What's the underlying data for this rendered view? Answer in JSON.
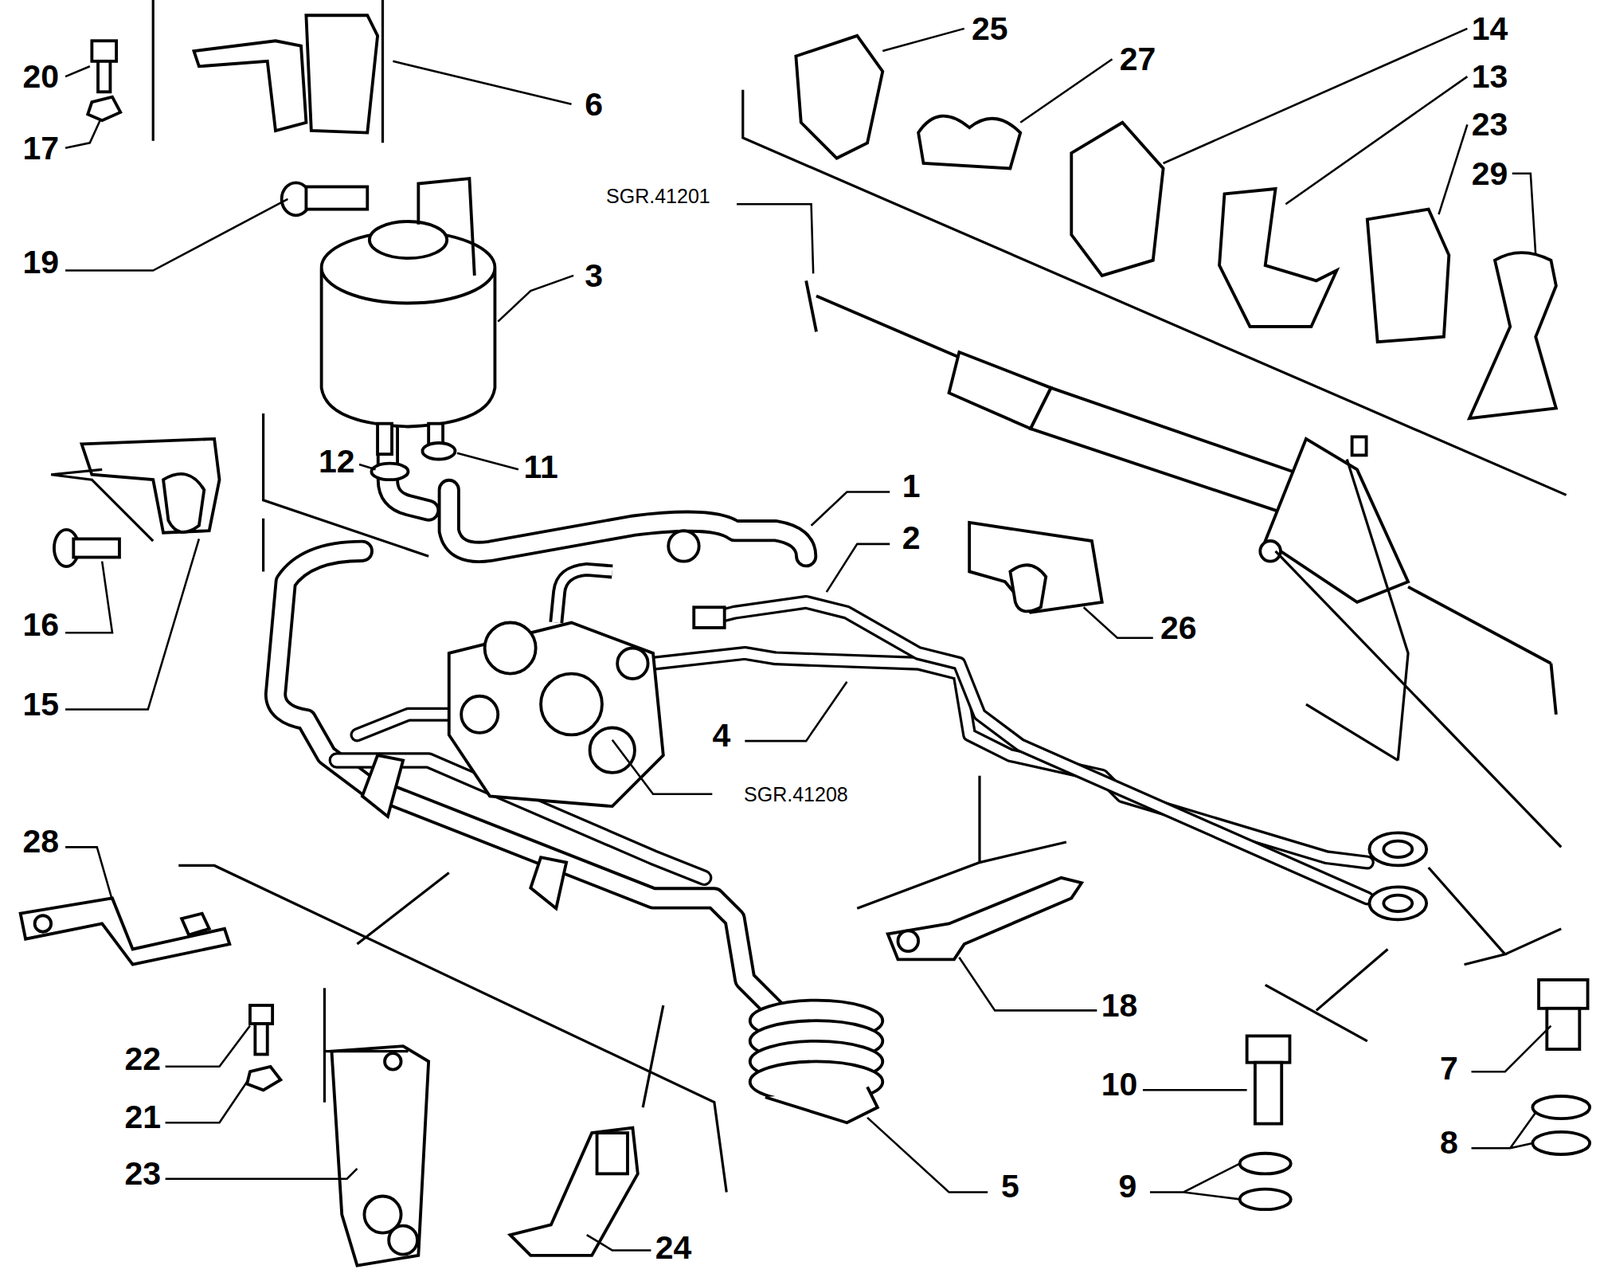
{
  "diagram": {
    "labels": [
      "20",
      "6",
      "17",
      "25",
      "27",
      "14",
      "13",
      "23",
      "29",
      "SGR.41201",
      "19",
      "3",
      "12",
      "11",
      "1",
      "2",
      "16",
      "26",
      "15",
      "4",
      "SGR.41208",
      "28",
      "18",
      "10",
      "7",
      "22",
      "21",
      "8",
      "9",
      "23",
      "5",
      "24"
    ]
  }
}
